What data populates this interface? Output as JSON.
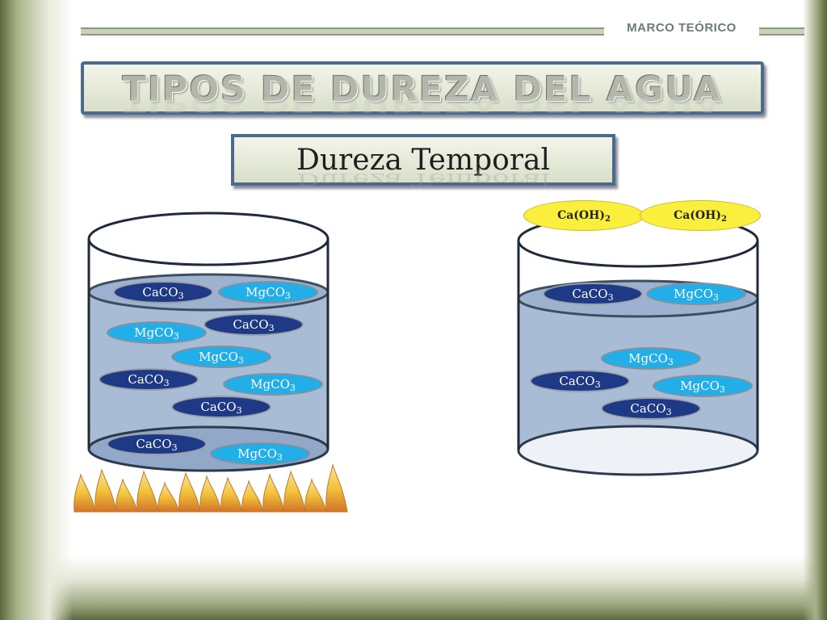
{
  "header": {
    "section_label": "MARCO TEÓRICO"
  },
  "slide": {
    "title": "TIPOS  DE  DUREZA  DEL  AGUA",
    "subtitle": "Dureza Temporal"
  },
  "formulas": {
    "calcium_carbonate": {
      "base": "CaCO",
      "subscript": "3"
    },
    "magnesium_carbonate": {
      "base": "MgCO",
      "subscript": "3"
    },
    "calcium_hydroxide": {
      "base": "Ca(OH)",
      "subscript": "2"
    }
  },
  "colors": {
    "banner_border": "#4d6a8c",
    "water": "#a8bcd6",
    "caco3_bubble": "#1e3a86",
    "mgco3_bubble": "#22aee8",
    "hydroxide_bubble": "#fbef3e",
    "flame": "#f2c23a"
  },
  "icons": {
    "heater": "flame-icon"
  }
}
